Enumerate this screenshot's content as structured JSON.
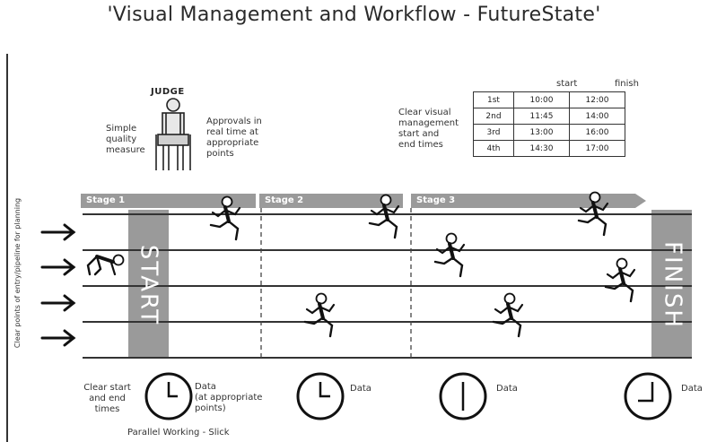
{
  "title": "'Visual Management and Workflow - FutureState'",
  "judge": {
    "label": "JUDGE",
    "left_note": [
      "Simple",
      "quality",
      "measure"
    ],
    "right_note": [
      "Approvals in",
      "real time at",
      "appropriate",
      "points"
    ]
  },
  "times_table": {
    "note": [
      "Clear visual",
      "management",
      "start and",
      "end times"
    ],
    "headers": [
      "start",
      "finish"
    ],
    "rows": [
      {
        "label": "1st",
        "start": "10:00",
        "finish": "12:00"
      },
      {
        "label": "2nd",
        "start": "11:45",
        "finish": "14:00"
      },
      {
        "label": "3rd",
        "start": "13:00",
        "finish": "16:00"
      },
      {
        "label": "4th",
        "start": "14:30",
        "finish": "17:00"
      }
    ]
  },
  "stages": [
    "Stage 1",
    "Stage 2",
    "Stage 3"
  ],
  "start_label": "START",
  "finish_label": "FINISH",
  "vertical_label": "Clear points of entry/pipeline for planning",
  "bottom": {
    "clear_note": [
      "Clear start",
      "and end",
      "times"
    ],
    "data_labels": [
      "Data",
      "(at appropriate",
      "points)"
    ],
    "data": "Data",
    "footer": "Parallel Working - Slick"
  },
  "colors": {
    "bar": "#9a9a9a",
    "ink": "#222222"
  },
  "icons": [
    "runner-icon",
    "crouching-runner-icon",
    "judge-figure-icon",
    "clock-icon",
    "arrow-right-icon"
  ]
}
